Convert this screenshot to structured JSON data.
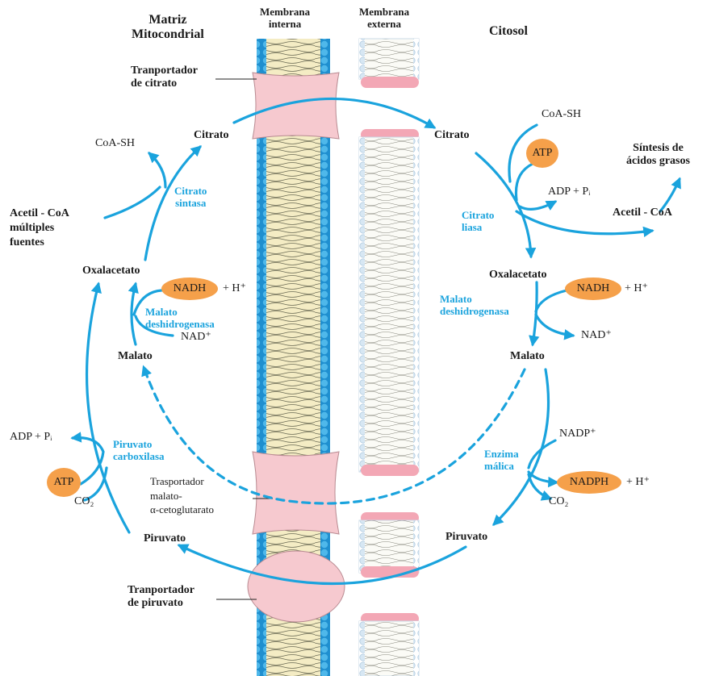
{
  "colors": {
    "arrow": "#1aa3dd",
    "membrane_head": "#2a9fd6",
    "membrane_tail": "#e8d98e",
    "outer_head": "#cfe3f2",
    "transporter": "#f6c9cf",
    "oval": "#f5a04a"
  },
  "headings": {
    "matrix": "Matriz\nMitocondrial",
    "inner_membrane": "Membrana\ninterna",
    "outer_membrane": "Membrana\nexterna",
    "cytosol": "Citosol"
  },
  "transporters": {
    "citrate": "Tranportador\nde citrato",
    "malate": "Trasportador\nmalato-\nα-cetoglutarato",
    "pyruvate": "Tranportador\nde piruvato"
  },
  "matrix": {
    "citrato": "Citrato",
    "coash": "CoA-SH",
    "acetyl": "Acetil - CoA\nmúltiples\nfuentes",
    "citrate_synthase": "Citrato\nsintasa",
    "oxalacetato": "Oxalacetato",
    "nadh": "NADH",
    "h_plus": "+ H⁺",
    "malate_dh": "Malato\ndeshidrogenasa",
    "nad": "NAD⁺",
    "malato": "Malato",
    "adp_pi": "ADP + Pᵢ",
    "pyruvate_carboxylase": "Piruvato\ncarboxilasa",
    "atp": "ATP",
    "co2": "CO₂",
    "piruvato": "Piruvato"
  },
  "cytosol": {
    "citrato": "Citrato",
    "coash": "CoA-SH",
    "atp": "ATP",
    "synthesis": "Síntesis de\nácidos grasos",
    "adp_pi": "ADP + Pᵢ",
    "citrate_lyase": "Citrato\nliasa",
    "acetyl": "Acetil - CoA",
    "oxalacetato": "Oxalacetato",
    "nadh": "NADH",
    "h_plus": "+ H⁺",
    "malate_dh": "Malato\ndeshidrogenasa",
    "nad": "NAD⁺",
    "malato": "Malato",
    "nadp": "NADP⁺",
    "malic_enzyme": "Enzima\nmálica",
    "nadph": "NADPH",
    "h_plus2": "+ H⁺",
    "co2": "CO₂",
    "piruvato": "Piruvato"
  }
}
